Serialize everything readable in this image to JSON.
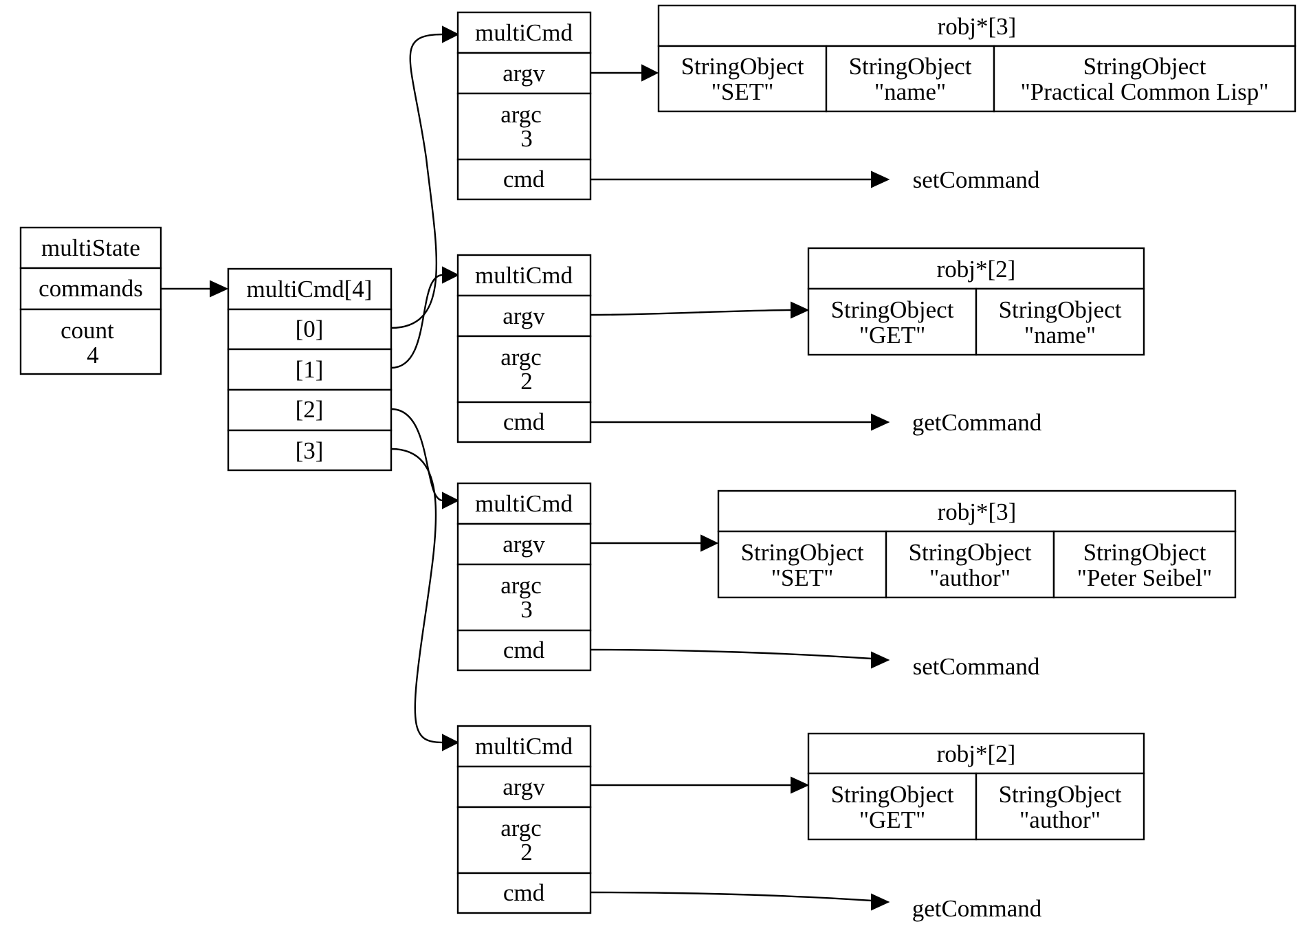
{
  "multi_state": {
    "title": "multiState",
    "commands": "commands",
    "count_label": "count",
    "count_value": "4"
  },
  "commands_array": {
    "title": "multiCmd[4]",
    "slots": [
      "[0]",
      "[1]",
      "[2]",
      "[3]"
    ]
  },
  "multi_cmds": [
    {
      "title": "multiCmd",
      "argv": "argv",
      "argc_label": "argc",
      "argc_value": "3",
      "cmd": "cmd",
      "command": "setCommand",
      "robj_header": "robj*[3]",
      "args": [
        {
          "type": "StringObject",
          "value": "\"SET\""
        },
        {
          "type": "StringObject",
          "value": "\"name\""
        },
        {
          "type": "StringObject",
          "value": "\"Practical Common Lisp\""
        }
      ]
    },
    {
      "title": "multiCmd",
      "argv": "argv",
      "argc_label": "argc",
      "argc_value": "2",
      "cmd": "cmd",
      "command": "getCommand",
      "robj_header": "robj*[2]",
      "args": [
        {
          "type": "StringObject",
          "value": "\"GET\""
        },
        {
          "type": "StringObject",
          "value": "\"name\""
        }
      ]
    },
    {
      "title": "multiCmd",
      "argv": "argv",
      "argc_label": "argc",
      "argc_value": "3",
      "cmd": "cmd",
      "command": "setCommand",
      "robj_header": "robj*[3]",
      "args": [
        {
          "type": "StringObject",
          "value": "\"SET\""
        },
        {
          "type": "StringObject",
          "value": "\"author\""
        },
        {
          "type": "StringObject",
          "value": "\"Peter Seibel\""
        }
      ]
    },
    {
      "title": "multiCmd",
      "argv": "argv",
      "argc_label": "argc",
      "argc_value": "2",
      "cmd": "cmd",
      "command": "getCommand",
      "robj_header": "robj*[2]",
      "args": [
        {
          "type": "StringObject",
          "value": "\"GET\""
        },
        {
          "type": "StringObject",
          "value": "\"author\""
        }
      ]
    }
  ]
}
